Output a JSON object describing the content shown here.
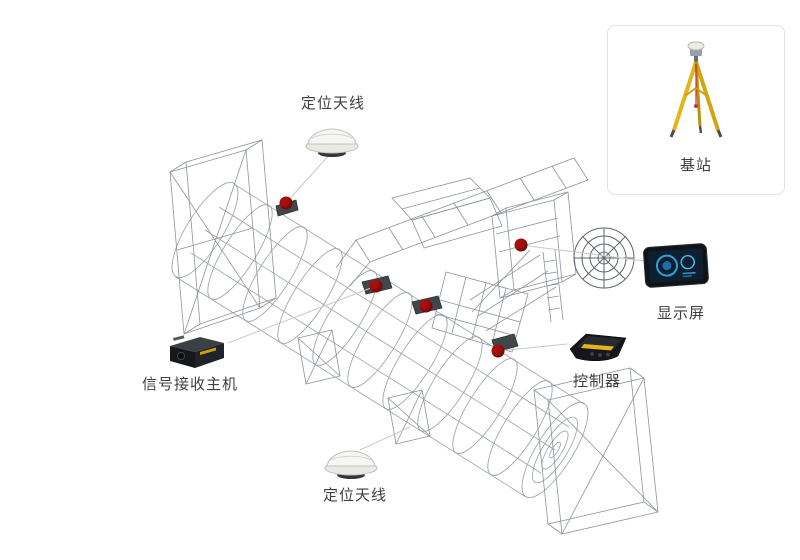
{
  "diagram": {
    "callouts": [
      {
        "id": "antenna-top",
        "label": "定位天线"
      },
      {
        "id": "base-station",
        "label": "基站"
      },
      {
        "id": "display",
        "label": "显示屏"
      },
      {
        "id": "controller",
        "label": "控制器"
      },
      {
        "id": "receiver",
        "label": "信号接收主机"
      },
      {
        "id": "antenna-bottom",
        "label": "定位天线"
      }
    ],
    "mount_point_count": 5,
    "colors": {
      "dot_red": "#a80f0f",
      "connector_gray": "#c9c9c9",
      "wireframe_gray": "#9aa2a8",
      "tripod_yellow": "#e2b51e",
      "screen_blue": "#2f9fd8",
      "label_text": "#3f3f3f"
    }
  }
}
